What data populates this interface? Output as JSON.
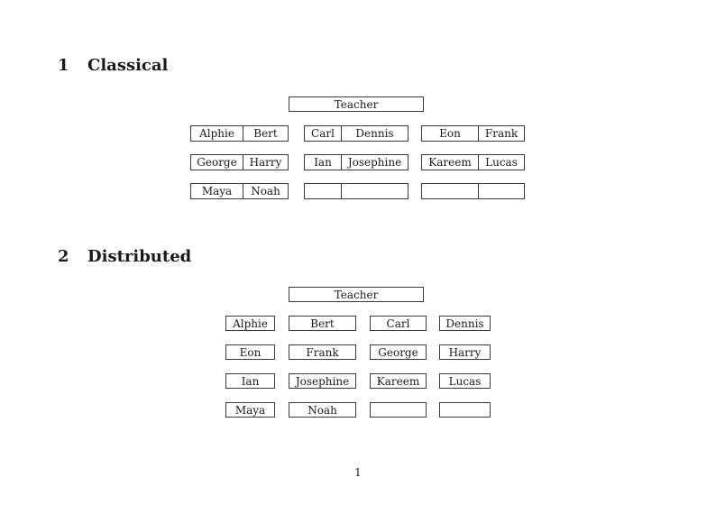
{
  "page": {
    "number": "1"
  },
  "sections": [
    {
      "number": "1",
      "title": "Classical"
    },
    {
      "number": "2",
      "title": "Distributed"
    }
  ],
  "classical": {
    "teacher": "Teacher",
    "rows": [
      {
        "boxes": [
          {
            "left": "Alphie",
            "right": "Bert"
          },
          {
            "left": "Carl",
            "right": "Dennis"
          },
          {
            "left": "Eon",
            "right": "Frank"
          }
        ]
      },
      {
        "boxes": [
          {
            "left": "George",
            "right": "Harry"
          },
          {
            "left": "Ian",
            "right": "Josephine"
          },
          {
            "left": "Kareem",
            "right": "Lucas"
          }
        ]
      },
      {
        "boxes": [
          {
            "left": "Maya",
            "right": "Noah"
          },
          {
            "left": "",
            "right": ""
          },
          {
            "left": "",
            "right": ""
          }
        ]
      }
    ]
  },
  "distributed": {
    "teacher": "Teacher",
    "rows": [
      [
        "Alphie",
        "Bert",
        "Carl",
        "Dennis"
      ],
      [
        "Eon",
        "Frank",
        "George",
        "Harry"
      ],
      [
        "Ian",
        "Josephine",
        "Kareem",
        "Lucas"
      ],
      [
        "Maya",
        "Noah",
        "",
        ""
      ]
    ]
  },
  "colors": {
    "text": "#1a1a1a",
    "border": "#3c3c3c",
    "background": "#ffffff"
  }
}
